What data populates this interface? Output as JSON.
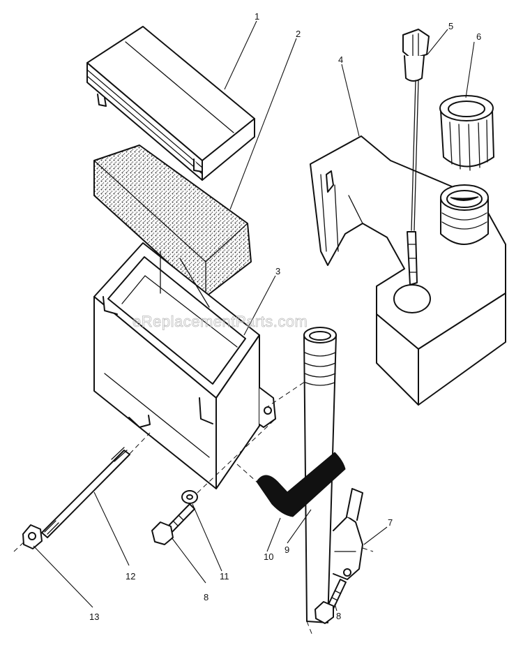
{
  "watermark": "eReplacementParts.com",
  "callouts": [
    "1",
    "2",
    "3",
    "4",
    "5",
    "6",
    "7",
    "8",
    "9",
    "10",
    "11",
    "8",
    "12",
    "13"
  ],
  "colors": {
    "line": "#111111",
    "background": "#ffffff",
    "watermark": "#bdbdbd"
  }
}
